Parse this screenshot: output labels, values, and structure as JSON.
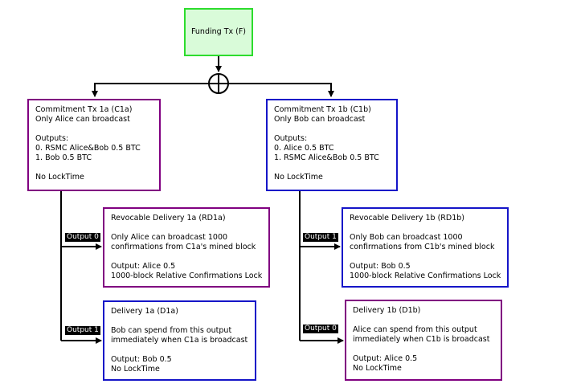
{
  "funding": {
    "label": "Funding Tx (F)"
  },
  "c1a": {
    "lines": [
      "Commitment Tx 1a (C1a)",
      "Only Alice can broadcast",
      "",
      "Outputs:",
      "0. RSMC Alice&Bob 0.5 BTC",
      "1. Bob 0.5 BTC",
      "",
      "No LockTime"
    ]
  },
  "c1b": {
    "lines": [
      "Commitment Tx 1b (C1b)",
      "Only Bob can broadcast",
      "",
      "Outputs:",
      "0. Alice 0.5 BTC",
      "1. RSMC Alice&Bob 0.5 BTC",
      "",
      "No LockTime"
    ]
  },
  "rd1a": {
    "lines": [
      "Revocable Delivery 1a (RD1a)",
      "",
      "Only Alice can broadcast 1000",
      "confirmations from C1a's mined block",
      "",
      "Output: Alice 0.5",
      "1000-block Relative Confirmations Lock"
    ]
  },
  "rd1b": {
    "lines": [
      "Revocable Delivery 1b (RD1b)",
      "",
      "Only Bob can broadcast 1000",
      "confirmations from C1b's mined block",
      "",
      "Output: Bob 0.5",
      "1000-block Relative Confirmations Lock"
    ]
  },
  "d1a": {
    "lines": [
      "Delivery 1a (D1a)",
      "",
      "Bob can spend from this output",
      "immediately when C1a is broadcast",
      "",
      "Output: Bob 0.5",
      "No LockTime"
    ]
  },
  "d1b": {
    "lines": [
      "Delivery 1b (D1b)",
      "",
      "Alice can spend from this output",
      "immediately when C1b is broadcast",
      "",
      "Output: Alice 0.5",
      "No LockTime"
    ]
  },
  "tags": {
    "c1a_output0": "Output 0",
    "c1a_output1": "Output 1",
    "c1b_output1": "Output 1",
    "c1b_output0": "Output 0"
  },
  "colors": {
    "funding_fill": "#d9fbd9",
    "funding_border": "#2ddc2d",
    "purple": "#800080",
    "blue": "#1515c8"
  }
}
